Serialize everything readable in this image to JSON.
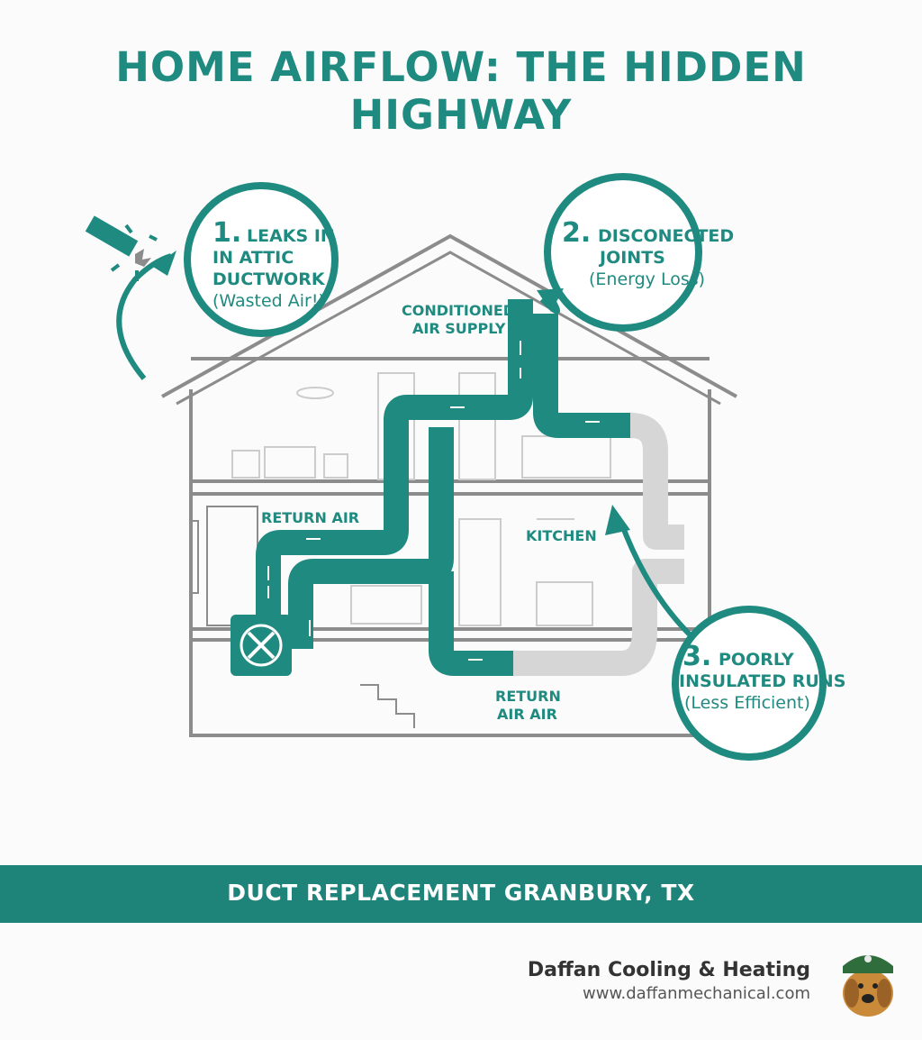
{
  "title": "HOME AIRFLOW: THE HIDDEN HIGHWAY",
  "callouts": [
    {
      "number": "1.",
      "line1": "LEAKS IN",
      "line2": "IN ATTIC",
      "line3": "DUCTWORK",
      "line4": "(Wasted Air!)"
    },
    {
      "number": "2.",
      "line1": "DISCONECTED",
      "line2": "JOINTS",
      "line3": "(Energy Loss)"
    },
    {
      "number": "3.",
      "line1": "POORLY",
      "line2": "INSULATED RUNS",
      "line3": "(Less Efficient)"
    }
  ],
  "labels": {
    "conditioned_1": "CONDITIONED",
    "conditioned_2": "AIR SUPPLY",
    "return_air": "RETURN AIR",
    "kitchen": "KITCHEN",
    "return_air_air_1": "RETURN",
    "return_air_air_2": "AIR AIR"
  },
  "banner": "DUCT REPLACEMENT GRANBURY, TX",
  "brand": {
    "name": "Daffan Cooling & Heating",
    "url": "www.daffanmechanical.com"
  },
  "colors": {
    "teal": "#1f8a80",
    "house_gray": "#8c8c8c",
    "banner": "#1e8379"
  },
  "icons": [
    "leak-burst-icon",
    "hvac-unit-icon",
    "mascot-dog-icon"
  ]
}
